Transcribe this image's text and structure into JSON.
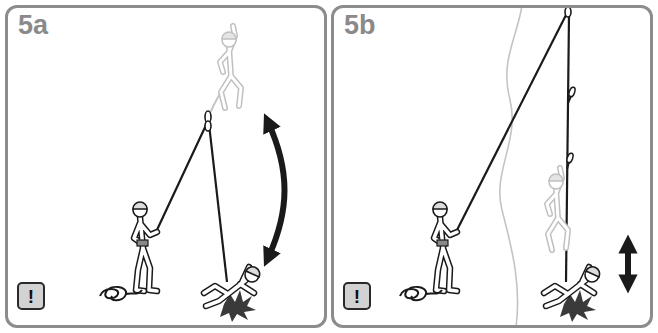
{
  "diagram": {
    "nodes": [
      {
        "text": [
          "5a"
        ]
      },
      {
        "text": [
          "!"
        ],
        "in": 0
      },
      {
        "text": [
          "5b"
        ]
      },
      {
        "text": [
          "!"
        ],
        "in": 2
      }
    ]
  }
}
